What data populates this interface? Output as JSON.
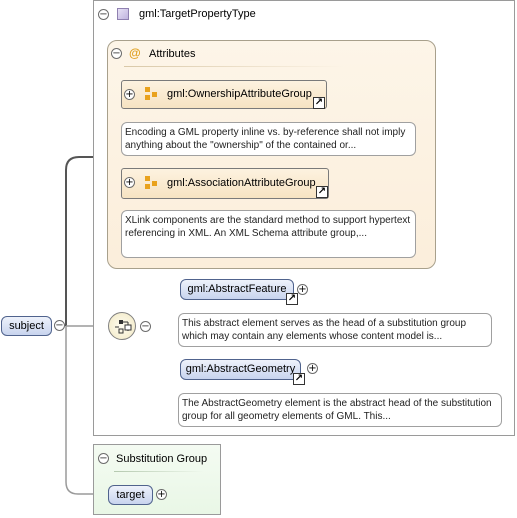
{
  "root": {
    "label": "subject"
  },
  "type_box": {
    "label": "gml:TargetPropertyType"
  },
  "attributes": {
    "label": "Attributes",
    "groups": [
      {
        "label": "gml:OwnershipAttributeGroup",
        "doc": "Encoding a GML property inline vs. by-reference shall not imply anything about the \"ownership\" of the contained or..."
      },
      {
        "label": "gml:AssociationAttributeGroup",
        "doc": "XLink components are the standard method to support hypertext referencing in XML. An XML Schema attribute group,..."
      }
    ]
  },
  "choice": {
    "elements": [
      {
        "label": "gml:AbstractFeature",
        "doc": "This abstract element serves as the head of a substitution group which may contain any elements whose content model is..."
      },
      {
        "label": "gml:AbstractGeometry",
        "doc": "The AbstractGeometry element is the abstract head of the substitution group for all geometry elements of GML. This..."
      }
    ]
  },
  "substitution_group": {
    "label": "Substitution Group",
    "member": "target"
  },
  "icons": {
    "collapse": "minus-circle-icon",
    "expand": "plus-circle-icon",
    "type": "complex-type-icon",
    "attribute": "at-sign-icon",
    "attribute_group": "attribute-group-icon",
    "link": "external-link-icon",
    "choice": "choice-compositor-icon"
  },
  "colors": {
    "element_fill": "#c8d4ee",
    "element_border": "#50638d",
    "attribute_panel": "#fbeedb",
    "substitution_panel": "#e9f7e6",
    "connector": "#555555"
  }
}
